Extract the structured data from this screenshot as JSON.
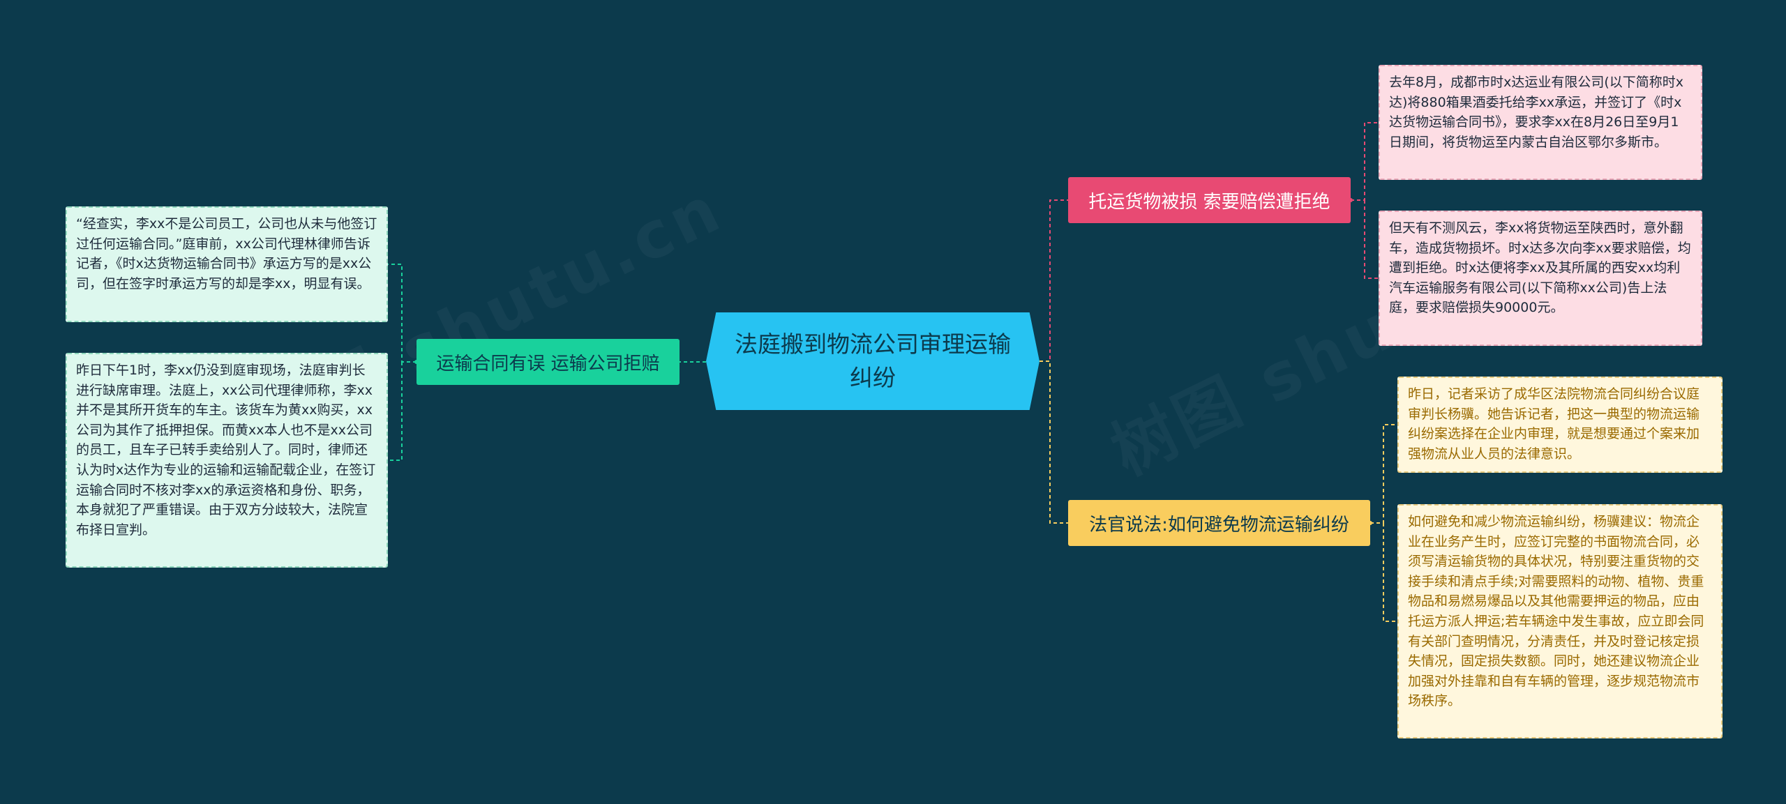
{
  "center": {
    "title": "法庭搬到物流公司审理运输纠纷"
  },
  "branches": {
    "right_top": {
      "label": "托运货物被损 索要赔偿遭拒绝",
      "color": "#e84a73",
      "leaves": [
        "去年8月，成都市时x达运业有限公司(以下简称时x达)将880箱果酒委托给李xx承运，并签订了《时x达货物运输合同书》，要求李xx在8月26日至9月1日期间，将货物运至内蒙古自治区鄂尔多斯市。",
        "但天有不测风云，李xx将货物运至陕西时，意外翻车，造成货物损坏。时x达多次向李xx要求赔偿，均遭到拒绝。时x达便将李xx及其所属的西安xx均利汽车运输服务有限公司(以下简称xx公司)告上法庭，要求赔偿损失90000元。"
      ]
    },
    "right_bottom": {
      "label": "法官说法:如何避免物流运输纠纷",
      "color": "#f9cd5e",
      "leaves": [
        "昨日，记者采访了成华区法院物流合同纠纷合议庭审判长杨骥。她告诉记者，把这一典型的物流运输纠纷案选择在企业内审理，就是想要通过个案来加强物流从业人员的法律意识。",
        "如何避免和减少物流运输纠纷，杨骥建议：物流企业在业务产生时，应签订完整的书面物流合同，必须写清运输货物的具体状况，特别要注重货物的交接手续和清点手续;对需要照料的动物、植物、贵重物品和易燃易爆品以及其他需要押运的物品，应由托运方派人押运;若车辆途中发生事故，应立即会同有关部门查明情况，分清责任，并及时登记核定损失情况，固定损失数额。同时，她还建议物流企业加强对外挂靠和自有车辆的管理，逐步规范物流市场秩序。"
      ]
    },
    "left": {
      "label": "运输合同有误 运输公司拒赔",
      "color": "#19d19c",
      "leaves": [
        "“经查实，李xx不是公司员工，公司也从未与他签订过任何运输合同。”庭审前，xx公司代理林律师告诉记者，《时x达货物运输合同书》承运方写的是xx公司，但在签字时承运方写的却是李xx，明显有误。",
        "昨日下午1时，李xx仍没到庭审现场，法庭审判长进行缺席审理。法庭上，xx公司代理律师称，李xx并不是其所开货车的车主。该货车为黄xx购买，xx公司为其作了抵押担保。而黄xx本人也不是xx公司的员工，且车子已转手卖给别人了。同时，律师还认为时x达作为专业的运输和运输配载企业，在签订运输合同时不核对李xx的承运资格和身份、职务，本身就犯了严重错误。由于双方分歧较大，法院宣布择日宣判。"
      ]
    }
  },
  "watermark": "树图 shutu.cn"
}
